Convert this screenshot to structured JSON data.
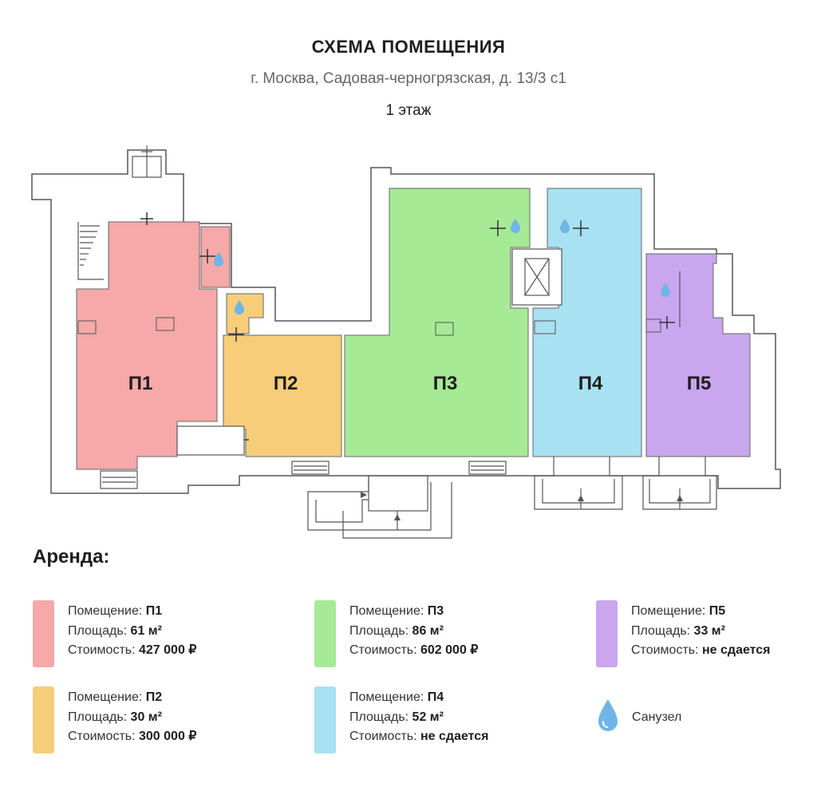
{
  "header": {
    "title": "СХЕМА ПОМЕЩЕНИЯ",
    "address": "г. Москва, Садовая-черногрязская, д. 13/3 с1",
    "floor": "1 этаж"
  },
  "rooms": [
    {
      "id": "П1",
      "color": "#f7a8a8"
    },
    {
      "id": "П2",
      "color": "#f8cd7a"
    },
    {
      "id": "П3",
      "color": "#a6ea96"
    },
    {
      "id": "П4",
      "color": "#a8e1f2"
    },
    {
      "id": "П5",
      "color": "#c9a6ee"
    }
  ],
  "legend": {
    "heading": "Аренда:",
    "room_label": "Помещение: ",
    "area_label": "Площадь: ",
    "cost_label": "Стоимость: ",
    "items": [
      {
        "room": "П1",
        "area": "61 м²",
        "cost": "427 000 ₽"
      },
      {
        "room": "П2",
        "area": "30 м²",
        "cost": "300 000 ₽"
      },
      {
        "room": "П3",
        "area": "86 м²",
        "cost": "602 000 ₽"
      },
      {
        "room": "П4",
        "area": "52 м²",
        "cost": "не сдается"
      },
      {
        "room": "П5",
        "area": "33 м²",
        "cost": "не сдается"
      }
    ],
    "wc_label": "Санузел",
    "wc_icon": "water-drop-icon",
    "wc_color": "#6fb6e6"
  }
}
